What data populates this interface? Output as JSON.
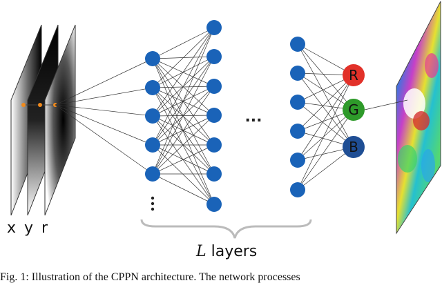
{
  "inputs": {
    "x": "x",
    "y": "y",
    "r": "r"
  },
  "outputs": [
    {
      "label": "R",
      "color": "#e23129"
    },
    {
      "label": "G",
      "color": "#2e9a2a"
    },
    {
      "label": "B",
      "color": "#1f4e94"
    }
  ],
  "node_color": "#1a63b8",
  "ellipsis": "...",
  "layers_label": {
    "var": "L",
    "text": "layers"
  },
  "caption": "Fig. 1: Illustration of the CPPN architecture. The network processes"
}
